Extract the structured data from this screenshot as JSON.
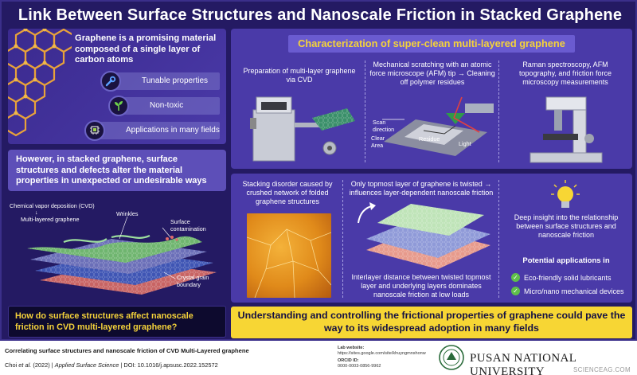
{
  "title": "Link Between Surface Structures and Nanoscale Friction in Stacked Graphene",
  "intro": {
    "text": "Graphene is a promising material composed of a single layer of carbon atoms",
    "features": [
      {
        "label": "Tunable properties",
        "icon": "wrench-icon"
      },
      {
        "label": "Non-toxic",
        "icon": "sprout-icon"
      },
      {
        "label": "Applications in many fields",
        "icon": "flask-chip-icon"
      }
    ]
  },
  "however": {
    "text": "However, in stacked graphene, surface structures and defects alter the material properties in unexpected or undesirable ways"
  },
  "stack_labels": {
    "cvd": "Chemical vapor deposition (CVD)",
    "arrow": "↓",
    "multi": "Multi-layered graphene",
    "wrinkles": "Wrinkles",
    "contamination_1": "Surface",
    "contamination_2": "contamination",
    "grain_1": "Crystal grain",
    "grain_2": "boundary"
  },
  "question": "How do surface structures affect nanoscale friction in CVD multi-layered graphene?",
  "characterization": {
    "title": "Characterization of super-clean multi-layered graphene",
    "col1": "Preparation of multi-layer graphene via CVD",
    "col2": "Mechanical scratching with an atomic force microscope (AFM) tip → Cleaning off polymer residues",
    "col3": "Raman spectroscopy, AFM topography, and friction force microscopy measurements",
    "scan_label_1": "Scan",
    "scan_label_2": "direction",
    "clear_1": "Clear",
    "clear_2": "Area",
    "residue": "Residue",
    "light": "Light"
  },
  "findings": {
    "col1": "Stacking disorder caused by crushed network of folded graphene structures",
    "col2_top": "Only topmost layer of graphene is twisted → influences layer-dependent nanoscale friction",
    "col2_bottom": "Interlayer distance between twisted topmost layer and underlying layers dominates nanoscale friction at low loads",
    "col3": "Deep insight into the relationship between surface structures and nanoscale friction",
    "apps_title": "Potential applications in",
    "apps": [
      "Eco-friendly solid lubricants",
      "Micro/nano mechanical devices"
    ]
  },
  "conclusion": "Understanding and controlling the frictional properties of graphene could pave the way to its widespread adoption in many fields",
  "footer": {
    "paper_title": "Correlating surface structures and nanoscale friction of CVD Multi-Layered graphene",
    "authors": "Choi",
    "etal": "et al.",
    "year": "(2022)",
    "sep": "|",
    "journal": "Applied Surface Science",
    "doi": "DOI: 10.1016/j.apsusc.2022.152572",
    "lab_label": "Lab website:",
    "lab_url": "https://sites.google.com/site/khuyngmnshonw",
    "orcid_label": "ORCID ID:",
    "orcid": "0000-0003-0856-9962",
    "university": "PUSAN NATIONAL UNIVERSITY",
    "watermark": "SCIENCEAG.COM"
  },
  "colors": {
    "navy": "#241a63",
    "panel": "#4a3aa8",
    "yellow": "#f7d634",
    "accent_text": "#f5d33a"
  }
}
